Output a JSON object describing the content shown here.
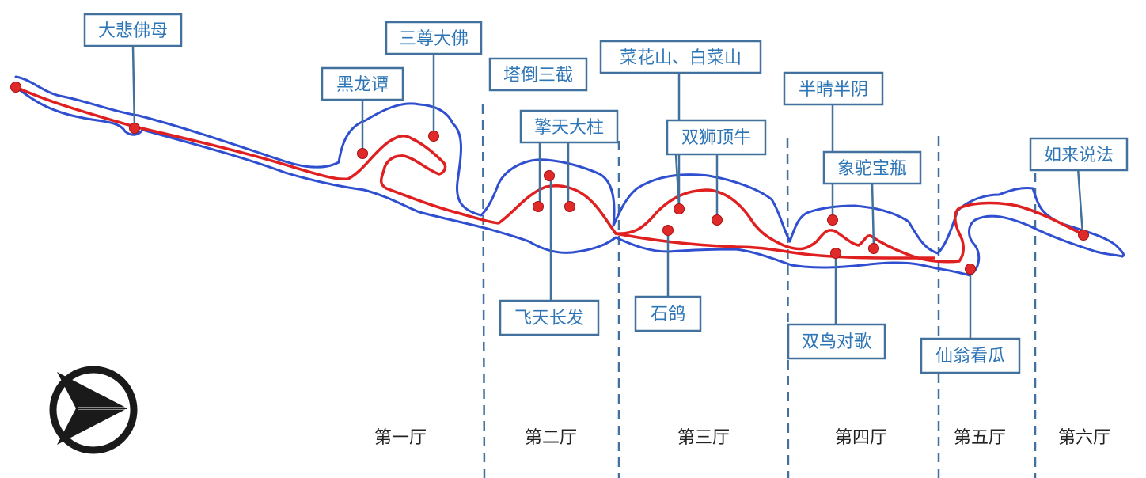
{
  "colors": {
    "cave_outline": "#2f4fd0",
    "route": "#e02020",
    "label_border": "#41719c",
    "label_text": "#2e75b6",
    "hall_text": "#222222"
  },
  "icons": {
    "compass": "north-arrow-icon"
  },
  "halls": [
    "第一厅",
    "第二厅",
    "第三厅",
    "第四厅",
    "第五厅",
    "第六厅"
  ],
  "labels": {
    "dabei_fomu": "大悲佛母",
    "sanzun_dafo": "三尊大佛",
    "heilong_tan": "黑龙谭",
    "ta_dao_san_jie": "塔倒三截",
    "qing_tian_da_zhu": "擎天大柱",
    "caihua_shan": "菜花山、白菜山",
    "shuang_shi_ding_niu": "双狮顶牛",
    "ban_qing_ban_yin": "半晴半阴",
    "xiang_tuo_bao_ping": "象驼宝瓶",
    "rulai_shuofa": "如来说法",
    "feitian_changfa": "飞天长发",
    "shi_ge": "石鸽",
    "shuang_niao_dui_ge": "双鸟对歌",
    "xian_weng_kan_gua": "仙翁看瓜"
  }
}
